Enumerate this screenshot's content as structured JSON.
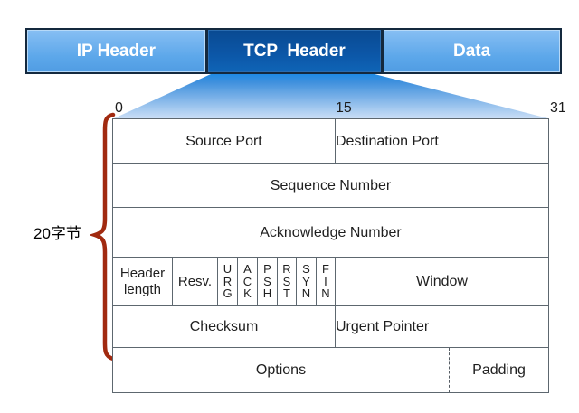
{
  "packet_bar": {
    "segments": [
      {
        "id": "ip-header",
        "label": "IP Header"
      },
      {
        "id": "tcp-header",
        "label": "TCP  Header"
      },
      {
        "id": "data",
        "label": "Data"
      }
    ]
  },
  "bit_ruler": {
    "start": "0",
    "middle": "15",
    "end": "31"
  },
  "size_annotation": {
    "label": "20字节"
  },
  "tcp_table": {
    "fields": {
      "source_port": "Source Port",
      "destination_port": "Destination Port",
      "sequence_number": "Sequence Number",
      "acknowledge_number": "Acknowledge Number",
      "header_length": "Header\nlength",
      "reserved": "Resv.",
      "window": "Window",
      "checksum": "Checksum",
      "urgent_pointer": "Urgent Pointer",
      "options": "Options",
      "padding": "Padding"
    },
    "flags": [
      {
        "name": "URG",
        "label": "U\nR\nG"
      },
      {
        "name": "ACK",
        "label": "A\nC\nK"
      },
      {
        "name": "PSH",
        "label": "P\nS\nH"
      },
      {
        "name": "RST",
        "label": "R\nS\nT"
      },
      {
        "name": "SYN",
        "label": "S\nY\nN"
      },
      {
        "name": "FIN",
        "label": "F\nI\nN"
      }
    ]
  },
  "colors": {
    "light_segment": "#5ca7ea",
    "dark_segment": "#0c57a8",
    "bar_outline": "#14293e",
    "funnel_top": "#2187e0",
    "funnel_bottom": "#cadef6",
    "table_border": "#5d676f",
    "brace_red": "#a12a10",
    "text_dark": "#1f1f1f",
    "segment_text": "#ffffff"
  }
}
